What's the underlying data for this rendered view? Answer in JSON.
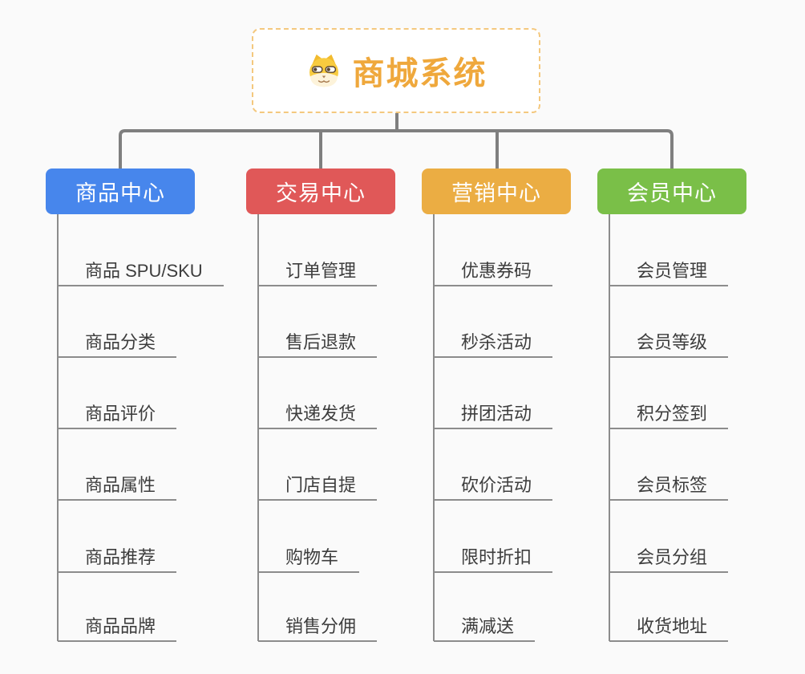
{
  "background_color": "#FAFAFA",
  "root": {
    "title": "商城系统",
    "icon": "shiba-dog-icon",
    "text_color": "#EFA83C",
    "border_color": "#F4C87E"
  },
  "connectors": {
    "level1_color": "#7F7F7F",
    "level2_color": "#8C8C8C"
  },
  "branches": [
    {
      "label": "商品中心",
      "color": "#4786EC",
      "items": [
        "商品 SPU/SKU",
        "商品分类",
        "商品评价",
        "商品属性",
        "商品推荐",
        "商品品牌"
      ]
    },
    {
      "label": "交易中心",
      "color": "#E05858",
      "items": [
        "订单管理",
        "售后退款",
        "快递发货",
        "门店自提",
        "购物车",
        "销售分佣"
      ]
    },
    {
      "label": "营销中心",
      "color": "#EBAD43",
      "items": [
        "优惠券码",
        "秒杀活动",
        "拼团活动",
        "砍价活动",
        "限时折扣",
        "满减送"
      ]
    },
    {
      "label": "会员中心",
      "color": "#7ABF48",
      "items": [
        "会员管理",
        "会员等级",
        "积分签到",
        "会员标签",
        "会员分组",
        "收货地址"
      ]
    }
  ]
}
